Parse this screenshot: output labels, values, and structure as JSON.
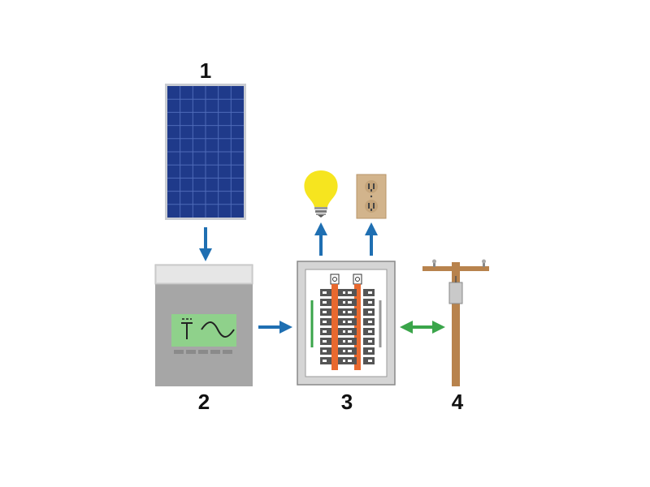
{
  "labels": {
    "solar_panel": "1",
    "inverter": "2",
    "breaker_panel": "3",
    "utility_pole": "4"
  },
  "colors": {
    "panel_blue": "#1f3a8a",
    "panel_frame": "#c9ccd2",
    "inverter_body": "#a6a6a6",
    "inverter_screen": "#8fd18b",
    "breaker_box": "#d5d5d5",
    "breaker_orange": "#e8692f",
    "bulb_yellow": "#f6e51f",
    "outlet_tan": "#d2b48c",
    "pole_brown": "#b8834d",
    "arrow_blue": "#1f6fb2",
    "arrow_green": "#3aa54a"
  },
  "icons": [
    "solar-panel-icon",
    "inverter-icon",
    "dc-symbol-icon",
    "ac-wave-icon",
    "light-bulb-icon",
    "power-outlet-icon",
    "breaker-panel-icon",
    "utility-pole-icon"
  ]
}
